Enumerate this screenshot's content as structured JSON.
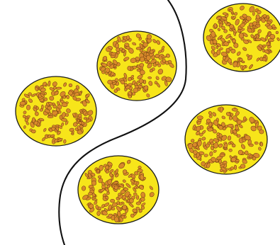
{
  "diagram": {
    "discs": [
      {
        "name": "disc-1"
      },
      {
        "name": "disc-2"
      },
      {
        "name": "disc-3"
      },
      {
        "name": "disc-4"
      },
      {
        "name": "disc-5"
      }
    ],
    "colors": {
      "background": "#ffffff",
      "disc_fill": "#f7e51a",
      "speckle_fill": "#d98a2a",
      "outline": "#1a1a1a",
      "boundary_line": "#111111"
    }
  }
}
